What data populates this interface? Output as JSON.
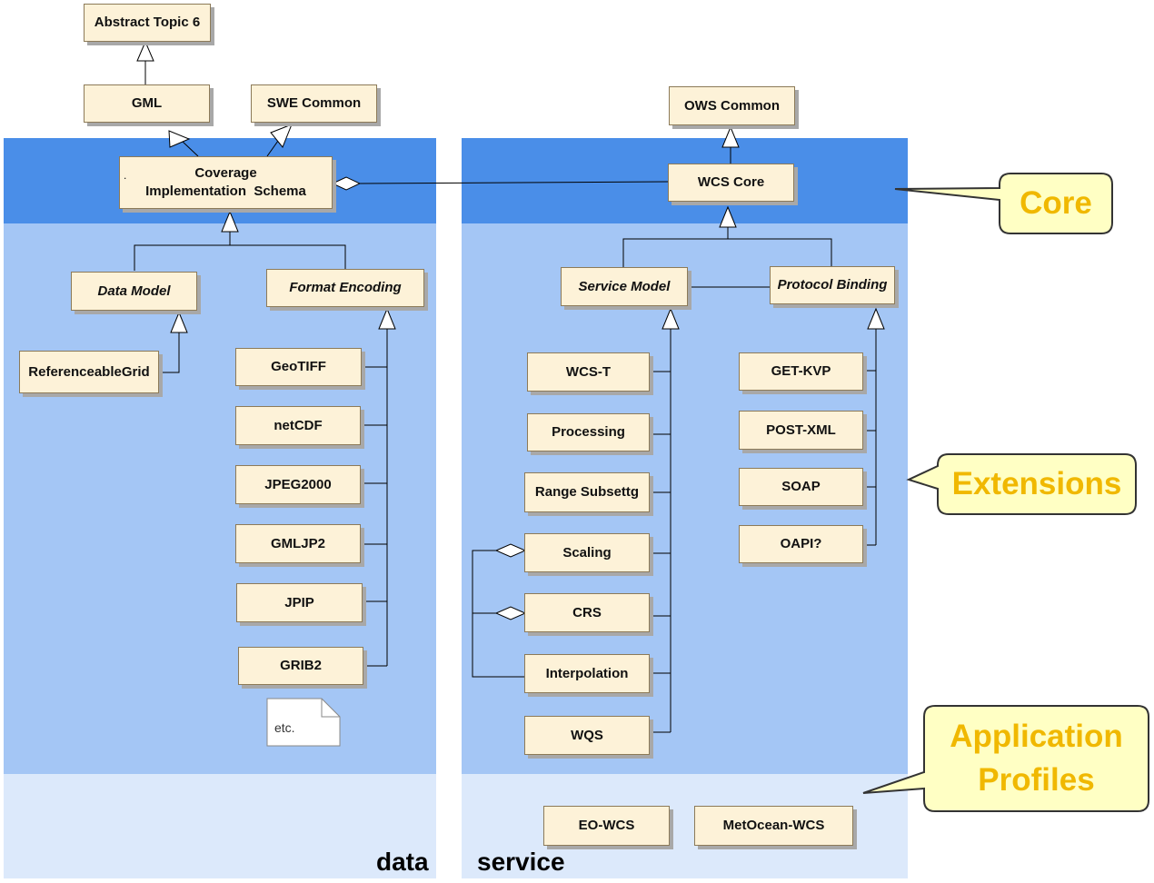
{
  "packages": {
    "abstract_topic": "Abstract Topic 6",
    "gml": "GML",
    "swe_common": "SWE Common",
    "ows_common": "OWS Common",
    "coverage_line1": "Coverage",
    "coverage_line2": "Implementation  Schema",
    "coverage_marker": ".",
    "wcs_core": "WCS Core",
    "data_model": "Data Model",
    "format_encoding": "Format Encoding",
    "referenceable_grid": "ReferenceableGrid",
    "service_model": "Service Model",
    "protocol_binding": "Protocol Binding"
  },
  "formats": [
    "GeoTIFF",
    "netCDF",
    "JPEG2000",
    "GMLJP2",
    "JPIP",
    "GRIB2"
  ],
  "service_extensions": [
    "WCS-T",
    "Processing",
    "Range Subsettg",
    "Scaling",
    "CRS",
    "Interpolation",
    "WQS"
  ],
  "protocol_bindings": [
    "GET-KVP",
    "POST-XML",
    "SOAP",
    "OAPI?"
  ],
  "profiles": [
    "EO-WCS",
    "MetOcean-WCS"
  ],
  "note_text": "etc.",
  "column_labels": {
    "data": "data",
    "service": "service"
  },
  "callouts": {
    "core": "Core",
    "extensions": "Extensions",
    "app_line1": "Application",
    "app_line2": "Profiles"
  },
  "colors": {
    "core_band": "#4a8ee8",
    "extension_band": "#a4c6f5",
    "profile_band": "#dce9fb",
    "class_fill": "#fdf2d8",
    "callout_fill": "#ffffc4",
    "callout_text": "#f0b800"
  }
}
